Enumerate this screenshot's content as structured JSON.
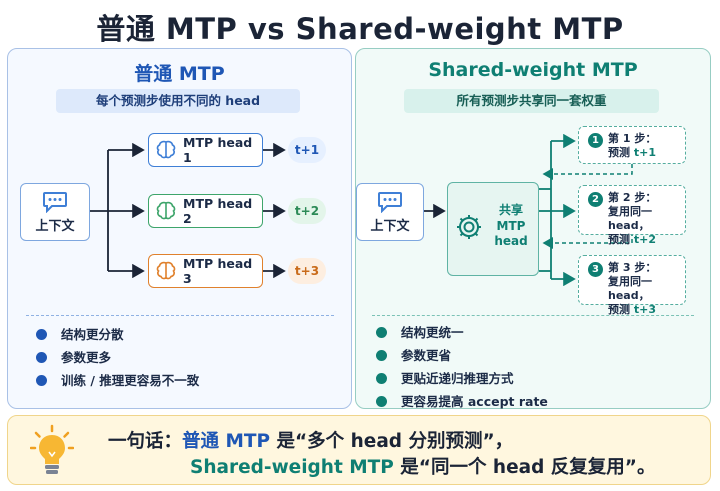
{
  "title": "普通 MTP vs Shared-weight MTP",
  "left": {
    "title": "普通 MTP",
    "subtitle": "每个预测步使用不同的 head",
    "context_label": "上下文",
    "heads": [
      {
        "label": "MTP head 1",
        "target": "t+1",
        "color": "#3f7fd6",
        "fill": "#e6f0ff"
      },
      {
        "label": "MTP head 2",
        "target": "t+2",
        "color": "#3ea56b",
        "fill": "#e3f5ea"
      },
      {
        "label": "MTP head 3",
        "target": "t+3",
        "color": "#e0812d",
        "fill": "#fdeee0"
      }
    ],
    "bullets": [
      "结构更分散",
      "参数更多",
      "训练 / 推理更容易不一致"
    ],
    "accent": "#1f57b5"
  },
  "right": {
    "title": "Shared-weight MTP",
    "subtitle": "所有预测步共享同一套权重",
    "context_label": "上下文",
    "shared_label": [
      "共享",
      "MTP",
      "head"
    ],
    "steps": [
      {
        "num": "1",
        "line1": "第 1 步：",
        "line2": "预测",
        "target": "t+1"
      },
      {
        "num": "2",
        "line1": "第 2 步：",
        "line2": "复用同一 head，",
        "line3": "预测",
        "target": "t+2"
      },
      {
        "num": "3",
        "line1": "第 3 步：",
        "line2": "复用同一 head，",
        "line3": "预测",
        "target": "t+3"
      }
    ],
    "bullets": [
      "结构更统一",
      "参数更省",
      "更贴近递归推理方式",
      "更容易提高 accept rate"
    ],
    "accent": "#0f7f73"
  },
  "summary": {
    "lead": "一句话：",
    "line1_name": "普通 MTP",
    "line1_rest": "是“多个 head 分别预测”，",
    "line2_name": "Shared-weight MTP",
    "line2_rest": "是“同一个 head 反复复用”。"
  }
}
